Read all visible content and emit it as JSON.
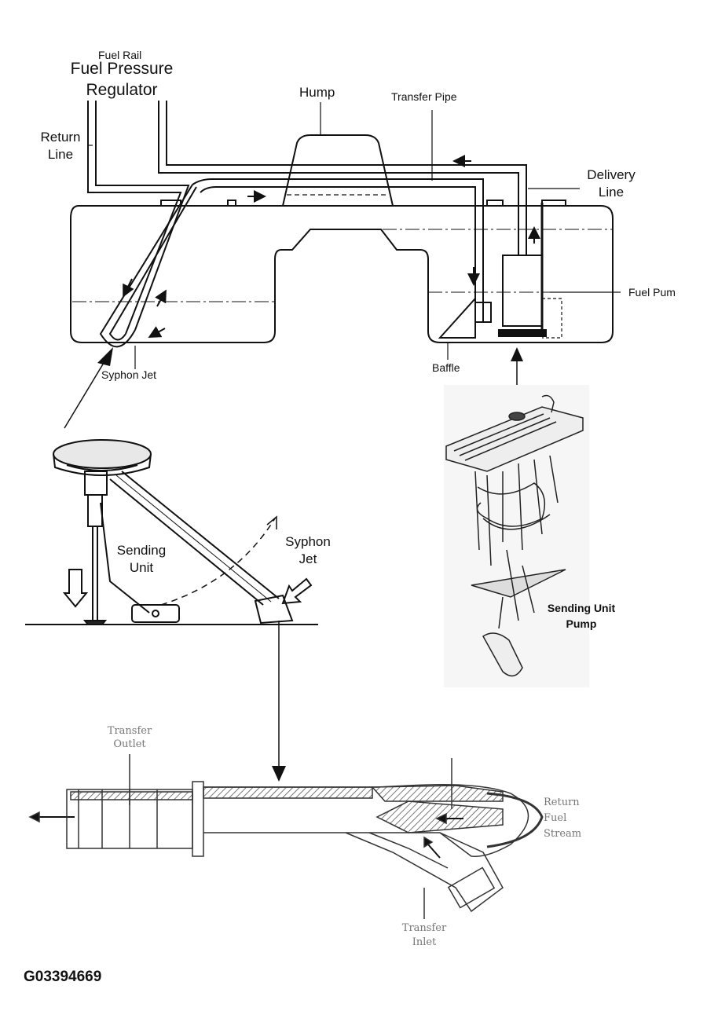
{
  "labels": {
    "fuel_rail": "Fuel Rail",
    "fuel_pressure_regulator_1": "Fuel Pressure",
    "fuel_pressure_regulator_2": "Regulator",
    "return_line_1": "Return",
    "return_line_2": "Line",
    "hump": "Hump",
    "transfer_pipe": "Transfer Pipe",
    "delivery_line_1": "Delivery",
    "delivery_line_2": "Line",
    "fuel_pump": "Fuel Pum",
    "syphon_jet_top": "Syphon Jet",
    "baffle": "Baffle",
    "sending_unit_1": "Sending",
    "sending_unit_2": "Unit",
    "syphon_jet_mid_1": "Syphon",
    "syphon_jet_mid_2": "Jet",
    "sending_unit_pump_1": "Sending Unit",
    "sending_unit_pump_2": "Pump",
    "transfer_outlet_1": "Transfer",
    "transfer_outlet_2": "Outlet",
    "return_fuel_stream_1": "Return",
    "return_fuel_stream_2": "Fuel",
    "return_fuel_stream_3": "Stream",
    "transfer_inlet_1": "Transfer",
    "transfer_inlet_2": "Inlet",
    "figure_id": "G03394669"
  },
  "colors": {
    "line": "#111111",
    "faint_text": "#777777",
    "hatch": "#555555"
  }
}
